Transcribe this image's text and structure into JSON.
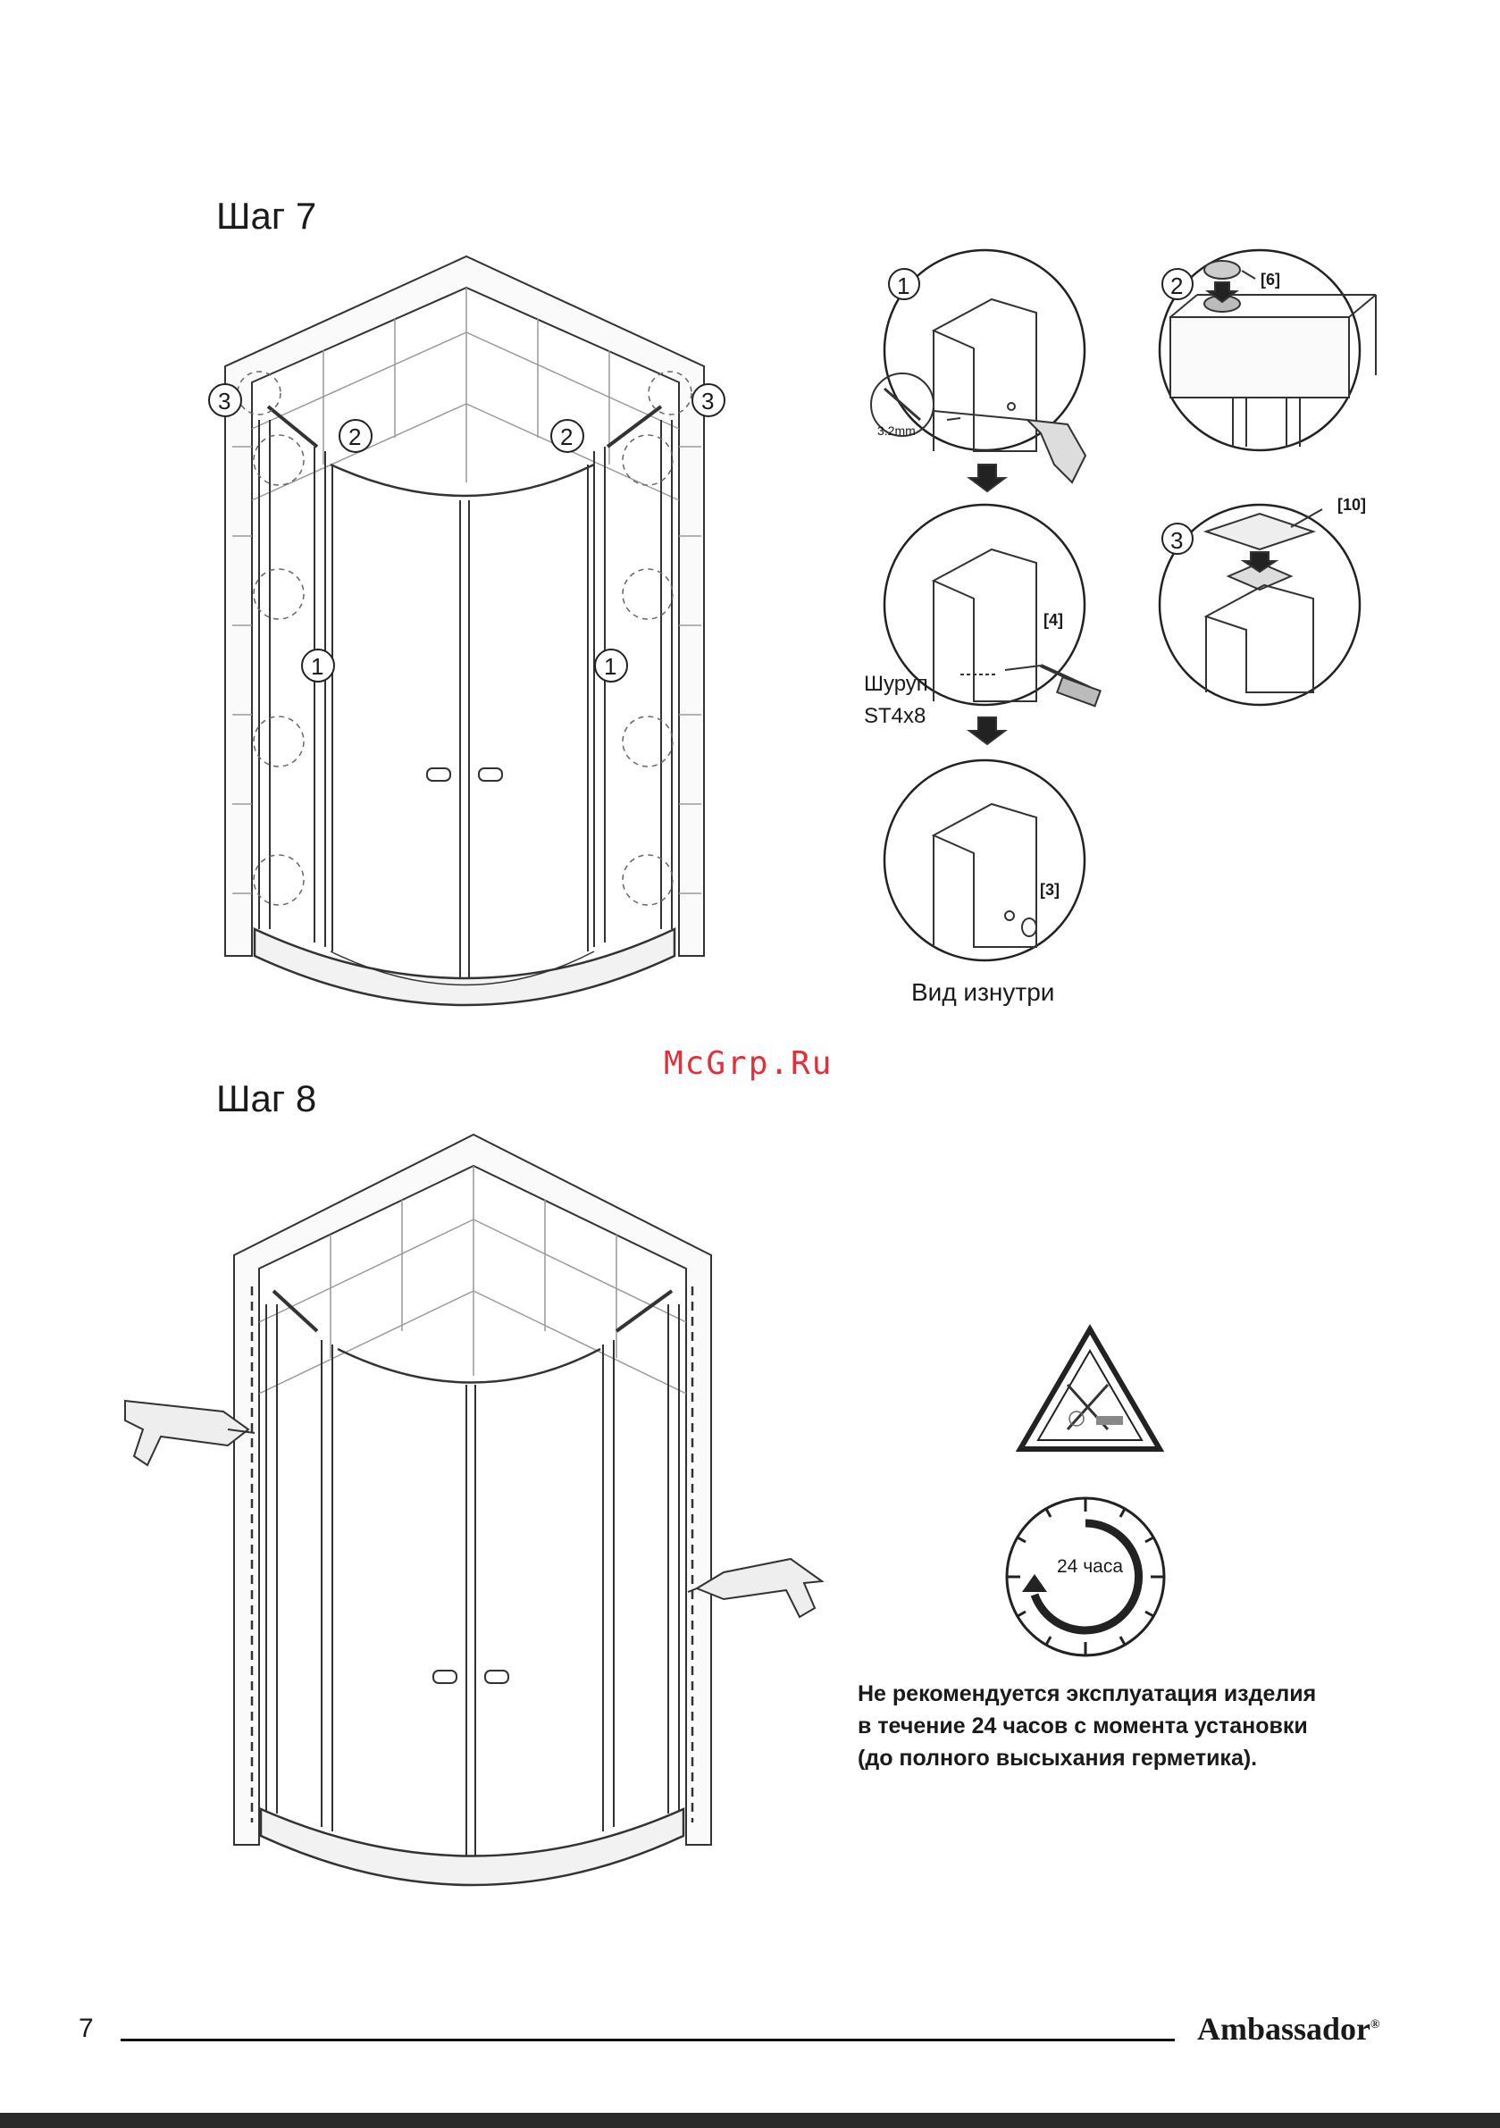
{
  "step7": {
    "title": "Шаг 7",
    "callouts": [
      "1",
      "2",
      "3"
    ],
    "detail_labels": {
      "drill": "3.2mm",
      "part6": "[6]",
      "part10": "[10]",
      "part4": "[4]",
      "part3": "[3]",
      "screw_name": "Шуруп",
      "screw_size": "ST4x8",
      "inside_view": "Вид изнутри"
    }
  },
  "watermark": "McGrp.Ru",
  "step8": {
    "title": "Шаг 8",
    "timer_label": "24 часа",
    "warning": [
      "Не рекомендуется эксплуатация изделия",
      "в течение 24 часов с момента установки",
      "(до полного высыхания герметика)."
    ]
  },
  "footer": {
    "page_number": "7",
    "brand": "Ambassador",
    "brand_mark": "®"
  }
}
